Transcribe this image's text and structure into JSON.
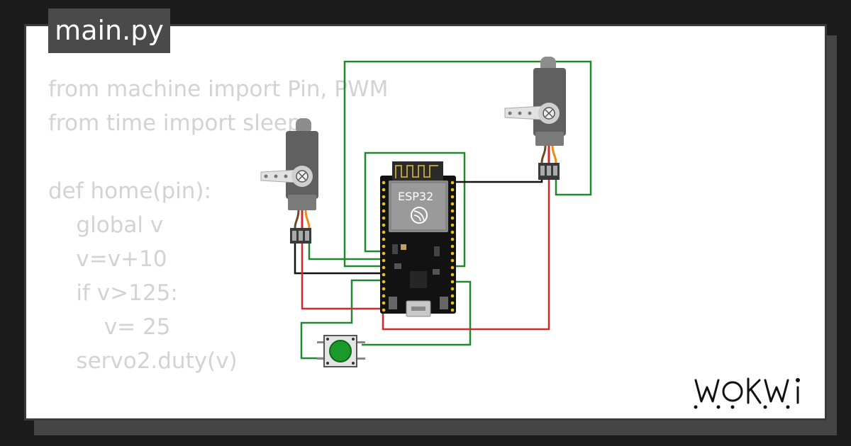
{
  "file_tab": {
    "label": "main.py"
  },
  "code_lines": [
    "from machine import Pin, PWM",
    "from time import sleep",
    "",
    "def home(pin):",
    "    global v",
    "    v=v+10",
    "    if v>125:",
    "        v= 25",
    "    servo2.duty(v)"
  ],
  "board": {
    "label": "ESP32"
  },
  "wire_colors": {
    "signal": "#1f8a2b",
    "power": "#d22a2a",
    "ground": "#111111"
  },
  "brand": {
    "name": "WOKWI"
  }
}
